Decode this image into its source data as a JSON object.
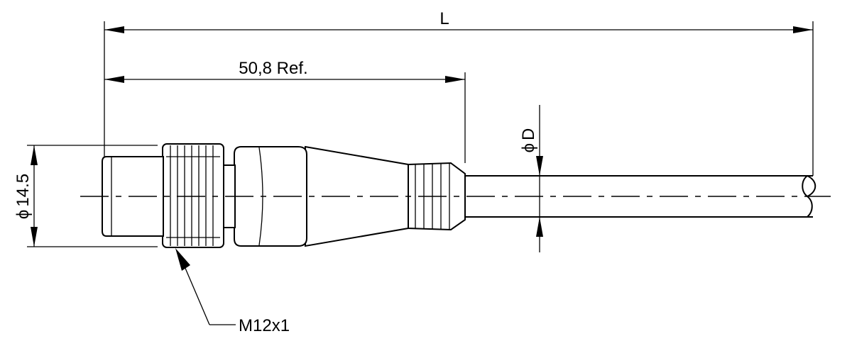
{
  "dimensions": {
    "overall_length": "L",
    "reference_length": "50,8 Ref.",
    "cable_diameter_symbol": "ϕ",
    "cable_diameter_label": "D",
    "head_diameter_symbol": "ϕ",
    "head_diameter_value": "14.5",
    "thread_callout": "M12x1"
  }
}
